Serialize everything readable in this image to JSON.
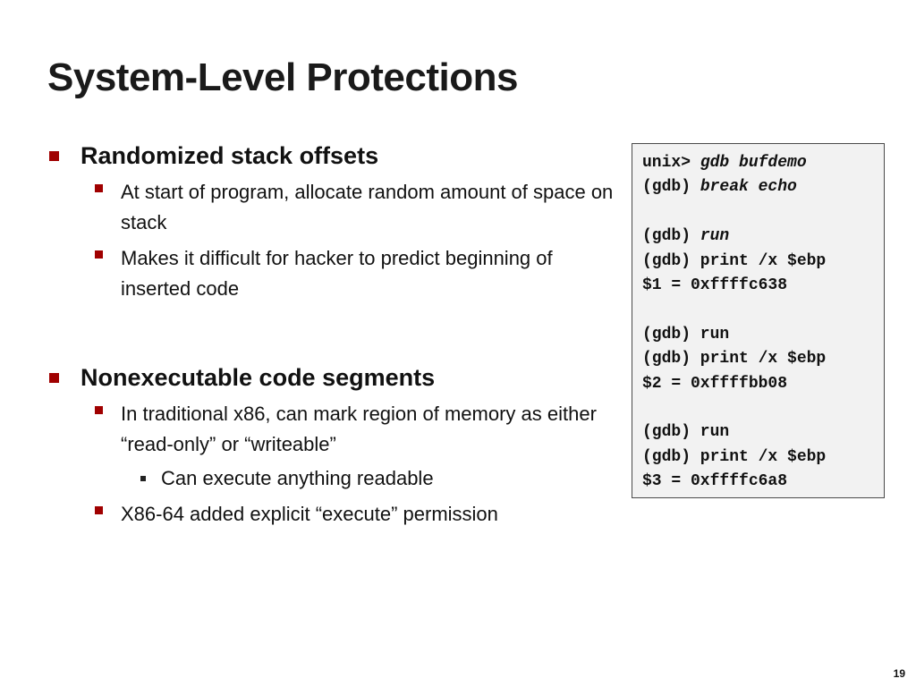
{
  "slide": {
    "title": "System-Level Protections",
    "page_number": "19"
  },
  "colors": {
    "bullet_accent": "#a00000",
    "code_background": "#f2f2f2"
  },
  "bullets": [
    {
      "text": "Randomized stack offsets",
      "sub": [
        {
          "text": "At start of program, allocate random amount of space on stack",
          "sub": []
        },
        {
          "text": "Makes it difficult for hacker to predict beginning of inserted code",
          "sub": []
        }
      ]
    },
    {
      "text": "Nonexecutable code segments",
      "sub": [
        {
          "text": "In traditional x86, can mark region of memory as either “read-only” or “writeable”",
          "sub": [
            "Can execute anything readable"
          ]
        },
        {
          "text": "X86-64 added  explicit “execute” permission",
          "sub": []
        }
      ]
    }
  ],
  "code": [
    {
      "prefix": "unix> ",
      "arg": "gdb bufdemo"
    },
    {
      "prefix": "(gdb) ",
      "arg": "break echo"
    },
    {
      "prefix": "",
      "arg": ""
    },
    {
      "prefix": "(gdb) ",
      "arg": "run"
    },
    {
      "prefix": "(gdb) print /x $ebp",
      "arg": ""
    },
    {
      "prefix": "$1 = 0xffffc638",
      "arg": ""
    },
    {
      "prefix": "",
      "arg": ""
    },
    {
      "prefix": "(gdb) run",
      "arg": ""
    },
    {
      "prefix": "(gdb) print /x $ebp",
      "arg": ""
    },
    {
      "prefix": "$2 = 0xffffbb08",
      "arg": ""
    },
    {
      "prefix": "",
      "arg": ""
    },
    {
      "prefix": "(gdb) run",
      "arg": ""
    },
    {
      "prefix": "(gdb) print /x $ebp",
      "arg": ""
    },
    {
      "prefix": "$3 = 0xffffc6a8",
      "arg": ""
    }
  ]
}
